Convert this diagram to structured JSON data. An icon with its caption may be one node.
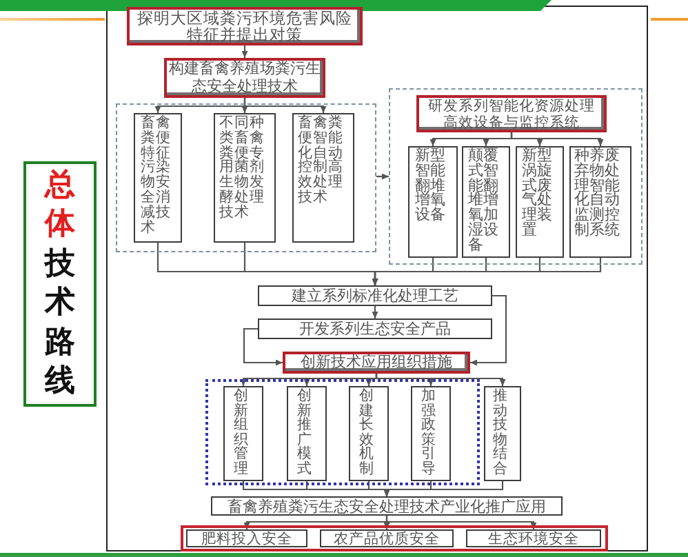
{
  "diagram": {
    "nodes": [
      {
        "text": [
          "总体",
          "技术路线"
        ]
      },
      {
        "text": [
          "探明大区域粪污环境危害风险特征并提出对策"
        ]
      },
      {
        "text": [
          "构建畜禽养殖场粪污生态安全处理技术"
        ]
      },
      {
        "text": [],
        "shape": "box"
      },
      {
        "text": [
          "畜禽粪便特征污染物安全消减技术"
        ],
        "in": 3
      },
      {
        "text": [
          "不同种类畜禽粪便专用菌剂生物发酵处理技术"
        ],
        "in": 3
      },
      {
        "text": [
          "畜禽粪便智能化自动控制高效处理技术"
        ],
        "in": 3
      },
      {
        "text": [],
        "shape": "box"
      },
      {
        "text": [
          "研发系列智能化资源处理高效设备与监控系统"
        ],
        "in": 7
      },
      {
        "text": [
          "新型智能翻堆增氧设备"
        ],
        "in": 7
      },
      {
        "text": [
          "颠覆式智能翻堆增氧加湿设备"
        ],
        "in": 7
      },
      {
        "text": [
          "新型涡旋式废气处理装置"
        ],
        "in": 7
      },
      {
        "text": [
          "种养废弃物处理智能化自动监测控制系统"
        ],
        "in": 7
      },
      {
        "text": [
          "建立系列标准化处理工艺"
        ]
      },
      {
        "text": [
          "开发系列生态安全产品"
        ]
      },
      {
        "text": [
          "创新技术应用组织措施"
        ]
      },
      {
        "text": [],
        "shape": "box"
      },
      {
        "text": [
          "创新组织管理"
        ],
        "in": 16
      },
      {
        "text": [
          "创新推广模式"
        ],
        "in": 16
      },
      {
        "text": [
          "创建长效机制"
        ],
        "in": 16
      },
      {
        "text": [
          "加强政策引导"
        ],
        "in": 16
      },
      {
        "text": [
          "推动技物结合"
        ]
      },
      {
        "text": [
          "畜禽养殖粪污生态安全处理技术产业化推广应用"
        ]
      },
      {
        "text": [],
        "shape": "box"
      },
      {
        "text": [
          "肥料投入安全"
        ],
        "in": 23
      },
      {
        "text": [
          "农产品优质安全"
        ],
        "in": 23
      },
      {
        "text": [
          "生态环境安全"
        ],
        "in": 23
      }
    ],
    "edges": [
      {
        "from": 1,
        "to": 2,
        "arrow": "to"
      },
      {
        "from": 2,
        "to": 4,
        "arrow": "to"
      },
      {
        "from": 2,
        "to": 5,
        "arrow": "to"
      },
      {
        "from": 2,
        "to": 6,
        "arrow": "to"
      },
      {
        "from": 3,
        "to": 7,
        "arrow": "to"
      },
      {
        "from": 8,
        "to": 9,
        "arrow": "to"
      },
      {
        "from": 8,
        "to": 10,
        "arrow": "to"
      },
      {
        "from": 8,
        "to": 11,
        "arrow": "to"
      },
      {
        "from": 8,
        "to": 12,
        "arrow": "to"
      },
      {
        "from": 4,
        "to": 13,
        "arrow": "to"
      },
      {
        "from": 5,
        "to": 13,
        "arrow": "to"
      },
      {
        "from": 9,
        "to": 13,
        "arrow": "to"
      },
      {
        "from": 10,
        "to": 13,
        "arrow": "to"
      },
      {
        "from": 11,
        "to": 13,
        "arrow": "to"
      },
      {
        "from": 12,
        "to": 13,
        "arrow": "to"
      },
      {
        "from": 13,
        "to": 14,
        "arrow": "to"
      },
      {
        "from": 13,
        "to": 15,
        "arrow": "to"
      },
      {
        "from": 14,
        "to": 15,
        "arrow": "to"
      },
      {
        "from": 15,
        "to": 17,
        "arrow": "to"
      },
      {
        "from": 15,
        "to": 18,
        "arrow": "to"
      },
      {
        "from": 15,
        "to": 19,
        "arrow": "to"
      },
      {
        "from": 15,
        "to": 20,
        "arrow": "to"
      },
      {
        "from": 15,
        "to": 21,
        "arrow": "to"
      },
      {
        "from": 17,
        "to": 22,
        "arrow": "to"
      },
      {
        "from": 18,
        "to": 22,
        "arrow": "to"
      },
      {
        "from": 19,
        "to": 22,
        "arrow": "to"
      },
      {
        "from": 20,
        "to": 22,
        "arrow": "to"
      },
      {
        "from": 21,
        "to": 22,
        "arrow": "to"
      },
      {
        "from": 22,
        "to": 24,
        "arrow": "to"
      },
      {
        "from": 22,
        "to": 25,
        "arrow": "to"
      },
      {
        "from": 22,
        "to": 26,
        "arrow": "to"
      }
    ]
  }
}
